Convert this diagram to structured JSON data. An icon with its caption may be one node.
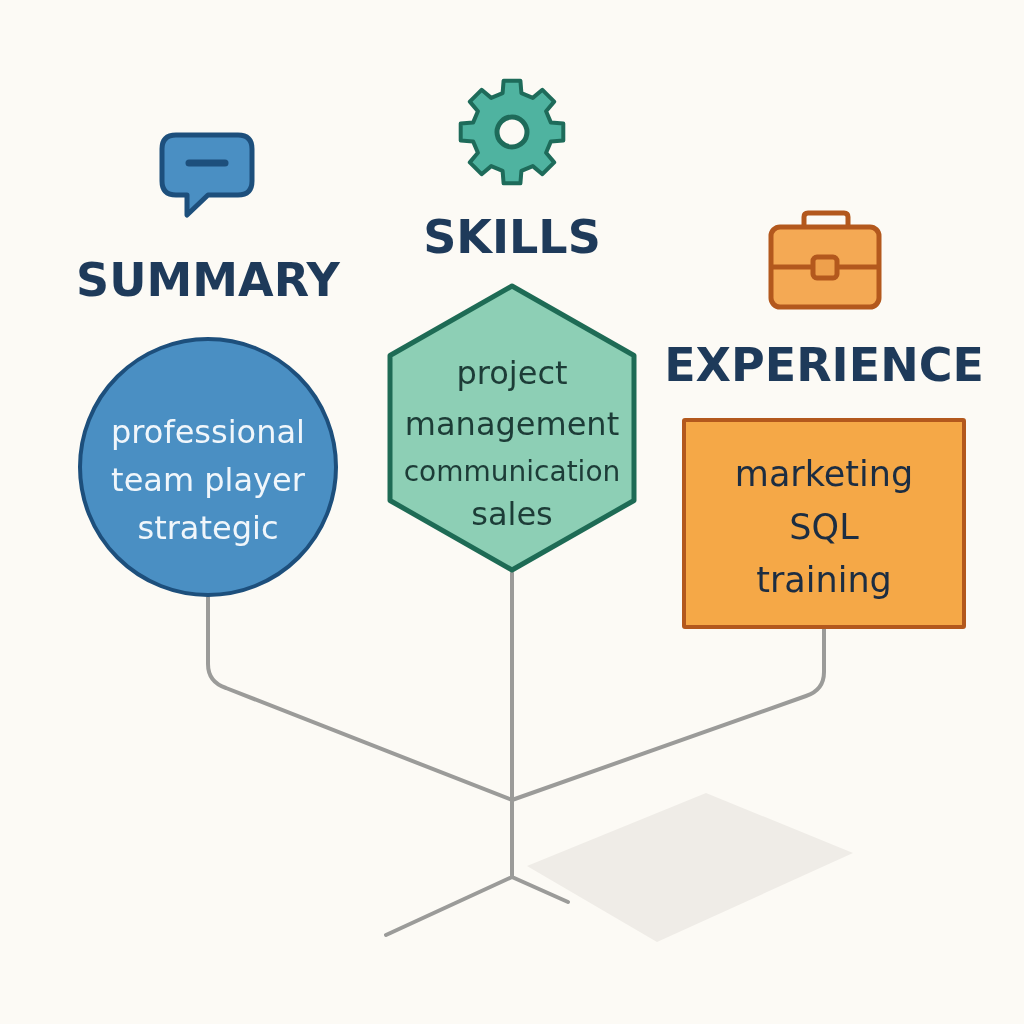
{
  "diagram": {
    "nodes": [
      {
        "text": [
          "SUMMARY",
          "professional",
          "team player",
          "strategic"
        ]
      },
      {
        "text": [
          "SKILLS",
          "project management",
          "communication",
          "sales"
        ]
      },
      {
        "text": [
          "EXPERIENCE",
          "marketing",
          "SQL",
          "training"
        ]
      },
      {
        "text": [],
        "shape": "stand"
      }
    ],
    "edges": [
      {
        "from": 0,
        "to": 3,
        "arrow": "none"
      },
      {
        "from": 1,
        "to": 3,
        "arrow": "none"
      },
      {
        "from": 2,
        "to": 3,
        "arrow": "none"
      }
    ]
  }
}
